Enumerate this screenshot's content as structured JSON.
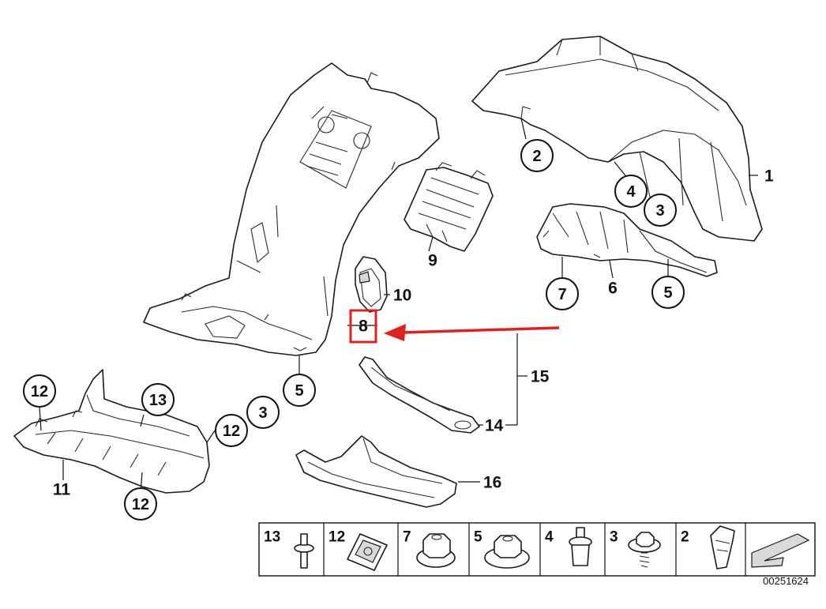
{
  "diagram_id": "00251624",
  "callouts": {
    "c1": "1",
    "c2": "2",
    "c3a": "3",
    "c3b": "3",
    "c4": "4",
    "c5a": "5",
    "c5b": "5",
    "c6": "6",
    "c7": "7",
    "c8": "8",
    "c9": "9",
    "c10": "10",
    "c11": "11",
    "c12a": "12",
    "c12b": "12",
    "c12c": "12",
    "c13": "13",
    "c14": "14",
    "c15": "15",
    "c16": "16"
  },
  "legend": {
    "items": [
      {
        "number": "13",
        "icon": "push-rivet-icon"
      },
      {
        "number": "12",
        "icon": "clip-nut-icon"
      },
      {
        "number": "7",
        "icon": "hex-collar-nut-icon"
      },
      {
        "number": "5",
        "icon": "flange-nut-icon"
      },
      {
        "number": "4",
        "icon": "expanding-rivet-icon"
      },
      {
        "number": "3",
        "icon": "hex-screw-icon"
      },
      {
        "number": "2",
        "icon": "expanding-nut-icon"
      }
    ],
    "last_icon": "arrow-down-left-icon"
  },
  "highlight": {
    "target": "8",
    "color": "#e02020"
  }
}
